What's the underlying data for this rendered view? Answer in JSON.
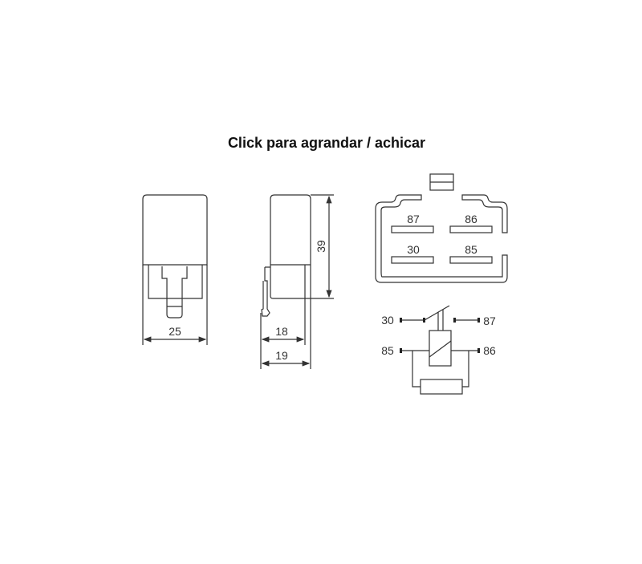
{
  "title": "Click para agrandar / achicar",
  "dimensions": {
    "width": "25",
    "depth_body": "18",
    "depth_total": "19",
    "height": "39"
  },
  "connector_pins": {
    "top_left": "87",
    "top_right": "86",
    "bottom_left": "30",
    "bottom_right": "85"
  },
  "schematic": {
    "common": "30",
    "normally_open": "87",
    "coil_a": "85",
    "coil_b": "86"
  }
}
